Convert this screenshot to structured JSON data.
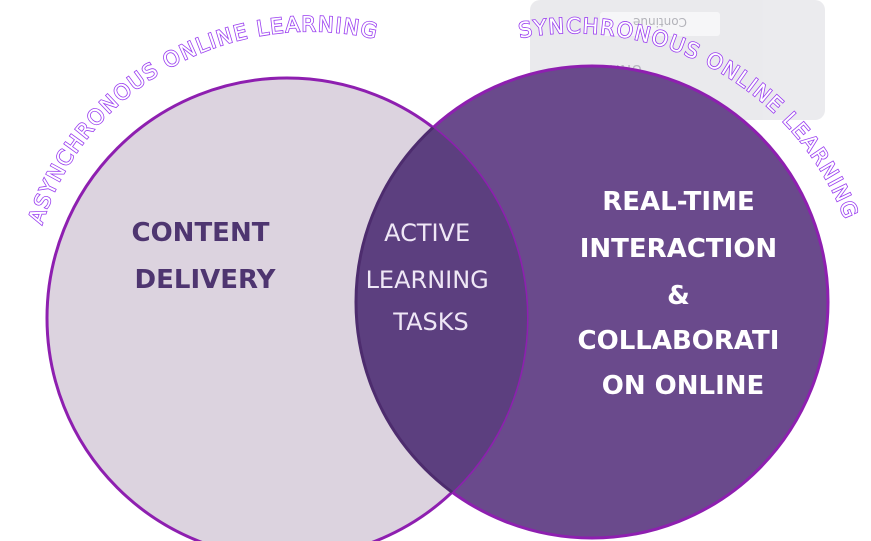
{
  "diagram": {
    "type": "venn",
    "left": {
      "arc_label": "ASYNCHRONOUS ONLINE LEARNING",
      "body_lines": [
        "CONTENT",
        "DELIVERY"
      ]
    },
    "right": {
      "arc_label": "SYNCHRONOUS ONLINE LEARNING",
      "body_lines": [
        "REAL-TIME",
        "INTERACTION",
        "&",
        "COLLABORATI",
        "ON ONLINE"
      ]
    },
    "overlap": {
      "body_lines": [
        "ACTIVE",
        "LEARNING",
        "TASKS"
      ]
    }
  },
  "background_screenshot": {
    "button_label": "Continue",
    "unit_text": "UNIT 3.1"
  },
  "colors": {
    "left_fill": "#dcd3df",
    "right_fill": "#6a4a8c",
    "overlap_fill": "#5c3f7f",
    "circle_stroke": "#8e1fb0",
    "overlap_stroke": "#4d2c6e",
    "left_text": "#4e3570",
    "right_text": "#ffffff",
    "overlap_text": "#efe7f6",
    "arc_text_fill": "#ffffff",
    "arc_text_stroke": "#9a3df0"
  }
}
